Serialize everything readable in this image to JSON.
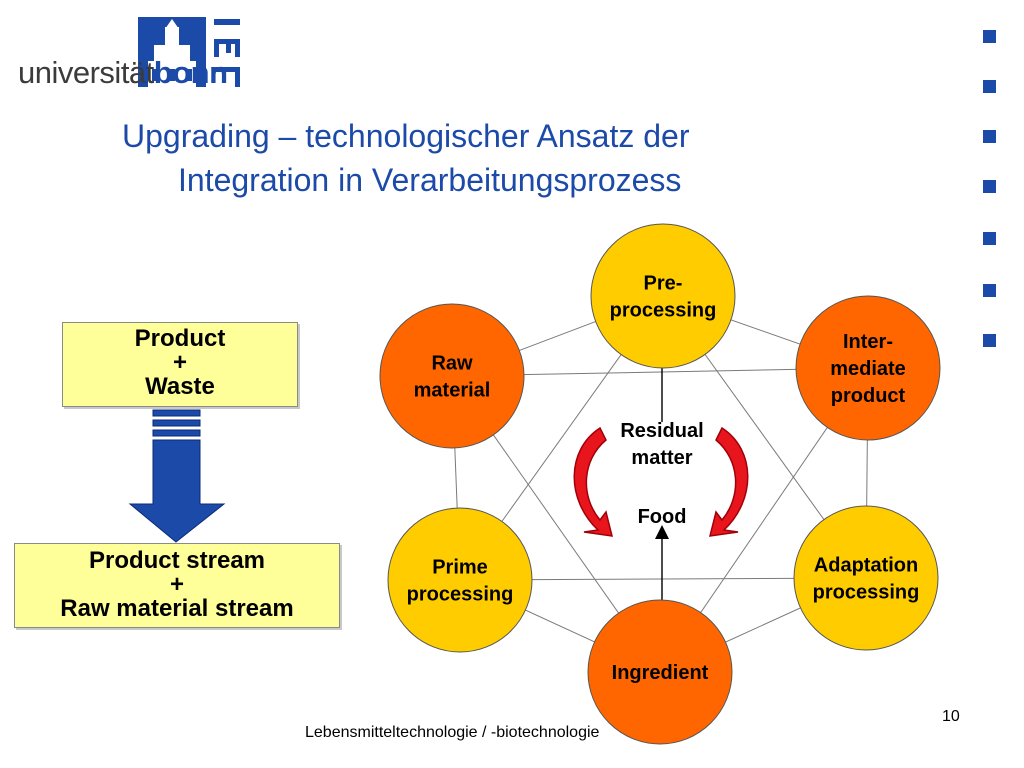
{
  "logo": {
    "text_regular": "universität",
    "text_bold": "bonn",
    "side_letters": "IEL"
  },
  "title": {
    "line1": "Upgrading – technologischer Ansatz der",
    "line2": "Integration in Verarbeitungsprozess"
  },
  "left_panel": {
    "top_box": [
      "Product",
      "+",
      "Waste"
    ],
    "bottom_box": [
      "Product stream",
      "+",
      "Raw material stream"
    ]
  },
  "diagram": {
    "nodes": [
      {
        "id": "pre",
        "lines": [
          "Pre-",
          "processing"
        ],
        "color": "#ffcc00"
      },
      {
        "id": "inter",
        "lines": [
          "Inter-",
          "mediate",
          "product"
        ],
        "color": "#ff6600"
      },
      {
        "id": "adapt",
        "lines": [
          "Adaptation",
          "processing"
        ],
        "color": "#ffcc00"
      },
      {
        "id": "ingredient",
        "lines": [
          "Ingredient"
        ],
        "color": "#ff6600"
      },
      {
        "id": "prime",
        "lines": [
          "Prime",
          "processing"
        ],
        "color": "#ffcc00"
      },
      {
        "id": "raw",
        "lines": [
          "Raw",
          "material"
        ],
        "color": "#ff6600"
      }
    ],
    "center_top": [
      "Residual",
      "matter"
    ],
    "center_bottom": "Food"
  },
  "footer": {
    "text": "Lebensmitteltechnologie / -biotechnologie",
    "page": "10"
  },
  "colors": {
    "accent_blue": "#1c4aa8",
    "box_yellow": "#ffff99",
    "arrow_red": "#e8161c"
  }
}
